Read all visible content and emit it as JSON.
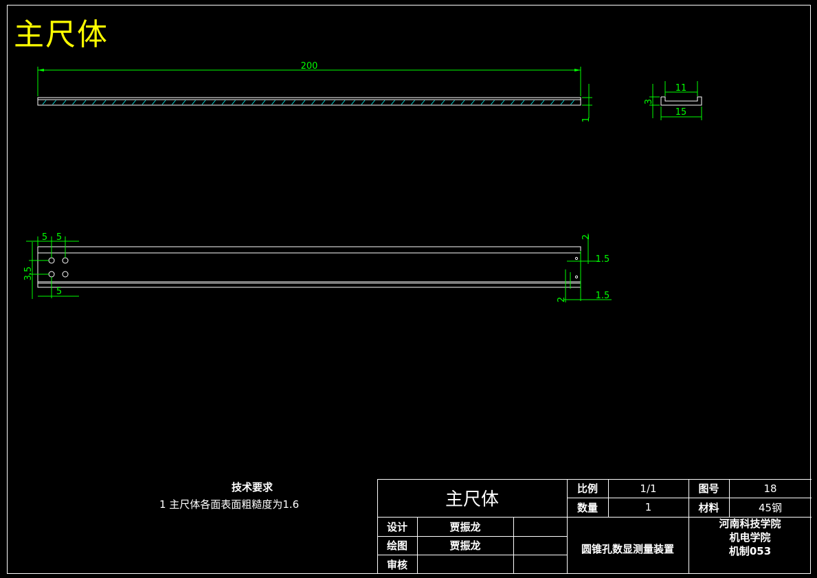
{
  "drawing_title": "主尺体",
  "dimensions": {
    "length": "200",
    "thickness": "1",
    "section_width_inner": "11",
    "section_width_outer": "15",
    "section_height": "3",
    "hole_pitch_a": "5",
    "hole_pitch_b": "5",
    "hole_edge": "5",
    "hole_vertical": "3.5",
    "right_top": "2",
    "right_offset_top": "1.5",
    "right_bottom": "2",
    "right_offset_bottom": "1.5"
  },
  "technical_requirements": {
    "heading": "技术要求",
    "line1": "1  主尺体各面表面粗糙度为1.6"
  },
  "title_block": {
    "part_name": "主尺体",
    "scale_label": "比例",
    "scale_value": "1/1",
    "drawing_no_label": "图号",
    "drawing_no_value": "18",
    "quantity_label": "数量",
    "quantity_value": "1",
    "material_label": "材料",
    "material_value": "45钢",
    "design_label": "设计",
    "design_name": "贾振龙",
    "draw_label": "绘图",
    "draw_name": "贾振龙",
    "review_label": "审核",
    "review_name": "",
    "project": "圆锥孔数显测量装置",
    "school_line1": "河南科技学院",
    "school_line2": "机电学院",
    "school_line3": "机制053"
  },
  "colors": {
    "background": "#000000",
    "outline": "#ffffff",
    "dimension": "#00ff00",
    "hatch": "#00ffff",
    "title": "#ffff00"
  }
}
